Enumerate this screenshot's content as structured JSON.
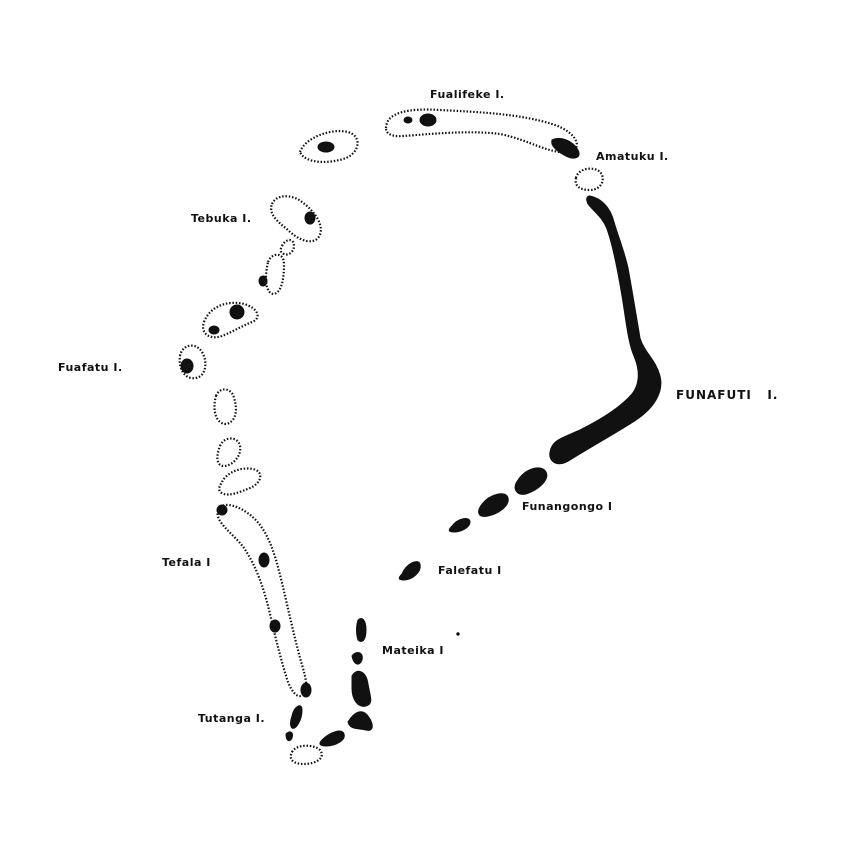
{
  "map": {
    "labels": {
      "fualifeke": "Fualifeke I.",
      "amatuku": "Amatuku I.",
      "tebuka": "Tebuka I.",
      "fuafatu": "Fuafatu I.",
      "funafuti": "FUNAFUTI   I.",
      "funangongo": "Funangongo I",
      "falefatu": "Falefatu I",
      "tefala": "Tefala I",
      "mateika": "Mateika I",
      "tutanga": "Tutanga I."
    },
    "colors": {
      "land": "#111111",
      "background": "#ffffff"
    }
  }
}
